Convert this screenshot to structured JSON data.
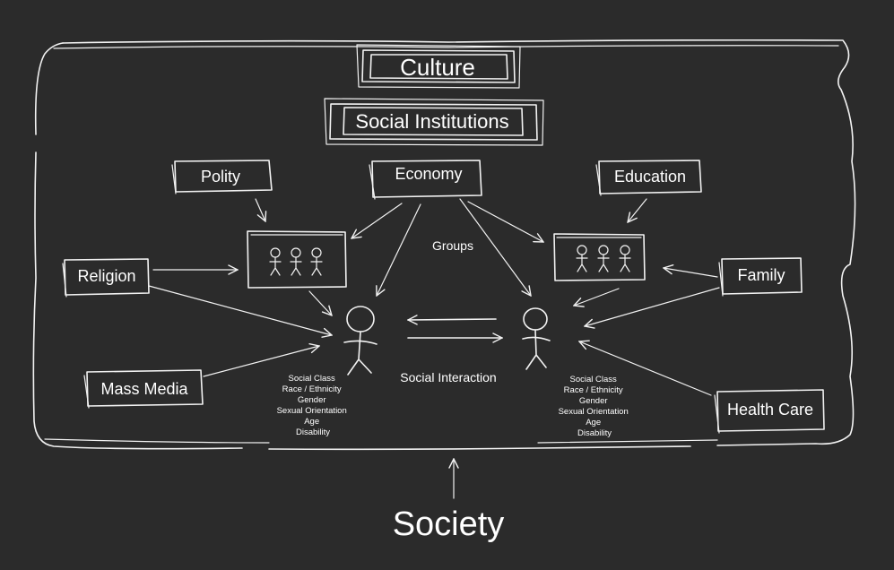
{
  "diagram": {
    "culture": "Culture",
    "social_institutions": "Social Institutions",
    "institutions": {
      "polity": "Polity",
      "economy": "Economy",
      "education": "Education",
      "religion": "Religion",
      "family": "Family",
      "mass_media": "Mass Media",
      "health_care": "Health Care"
    },
    "groups_label": "Groups",
    "social_interaction_label": "Social Interaction",
    "society_label": "Society",
    "identity_attributes_left": [
      "Social Class",
      "Race / Ethnicity",
      "Gender",
      "Sexual Orientation",
      "Age",
      "Disability"
    ],
    "identity_attributes_right": [
      "Social Class",
      "Race / Ethnicity",
      "Gender",
      "Sexual Orientation",
      "Age",
      "Disability"
    ]
  },
  "colors": {
    "background": "#2b2b2b",
    "chalk": "#f2f2f2"
  }
}
